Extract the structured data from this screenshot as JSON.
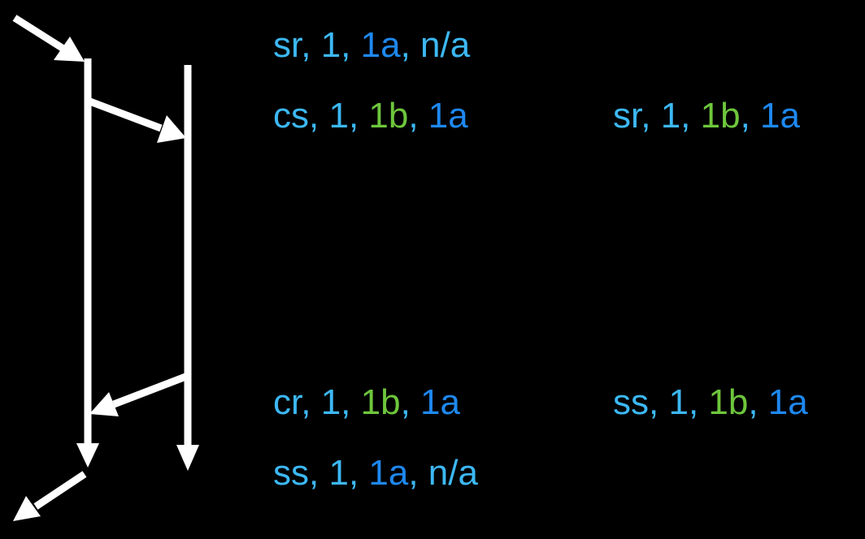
{
  "colors": {
    "background": "#000000",
    "lines": "#ffffff",
    "text_primary": "#3cb8f4",
    "span_parent": "#1e88f0",
    "span_child": "#6ec63c"
  },
  "labels": {
    "row1_left": {
      "annotation": "sr",
      "trace": "1",
      "span": "1a",
      "parent": "n/a",
      "sep": ", "
    },
    "row2_left": {
      "annotation": "cs",
      "trace": "1",
      "span": "1b",
      "parent": "1a",
      "sep": ", "
    },
    "row2_right": {
      "annotation": "sr",
      "trace": "1",
      "span": "1b",
      "parent": "1a",
      "sep": ", "
    },
    "row3_left": {
      "annotation": "cr",
      "trace": "1",
      "span": "1b",
      "parent": "1a",
      "sep": ", "
    },
    "row3_right": {
      "annotation": "ss",
      "trace": "1",
      "span": "1b",
      "parent": "1a",
      "sep": ", "
    },
    "row4_left": {
      "annotation": "ss",
      "trace": "1",
      "span": "1a",
      "parent": "n/a",
      "sep": ", "
    }
  }
}
